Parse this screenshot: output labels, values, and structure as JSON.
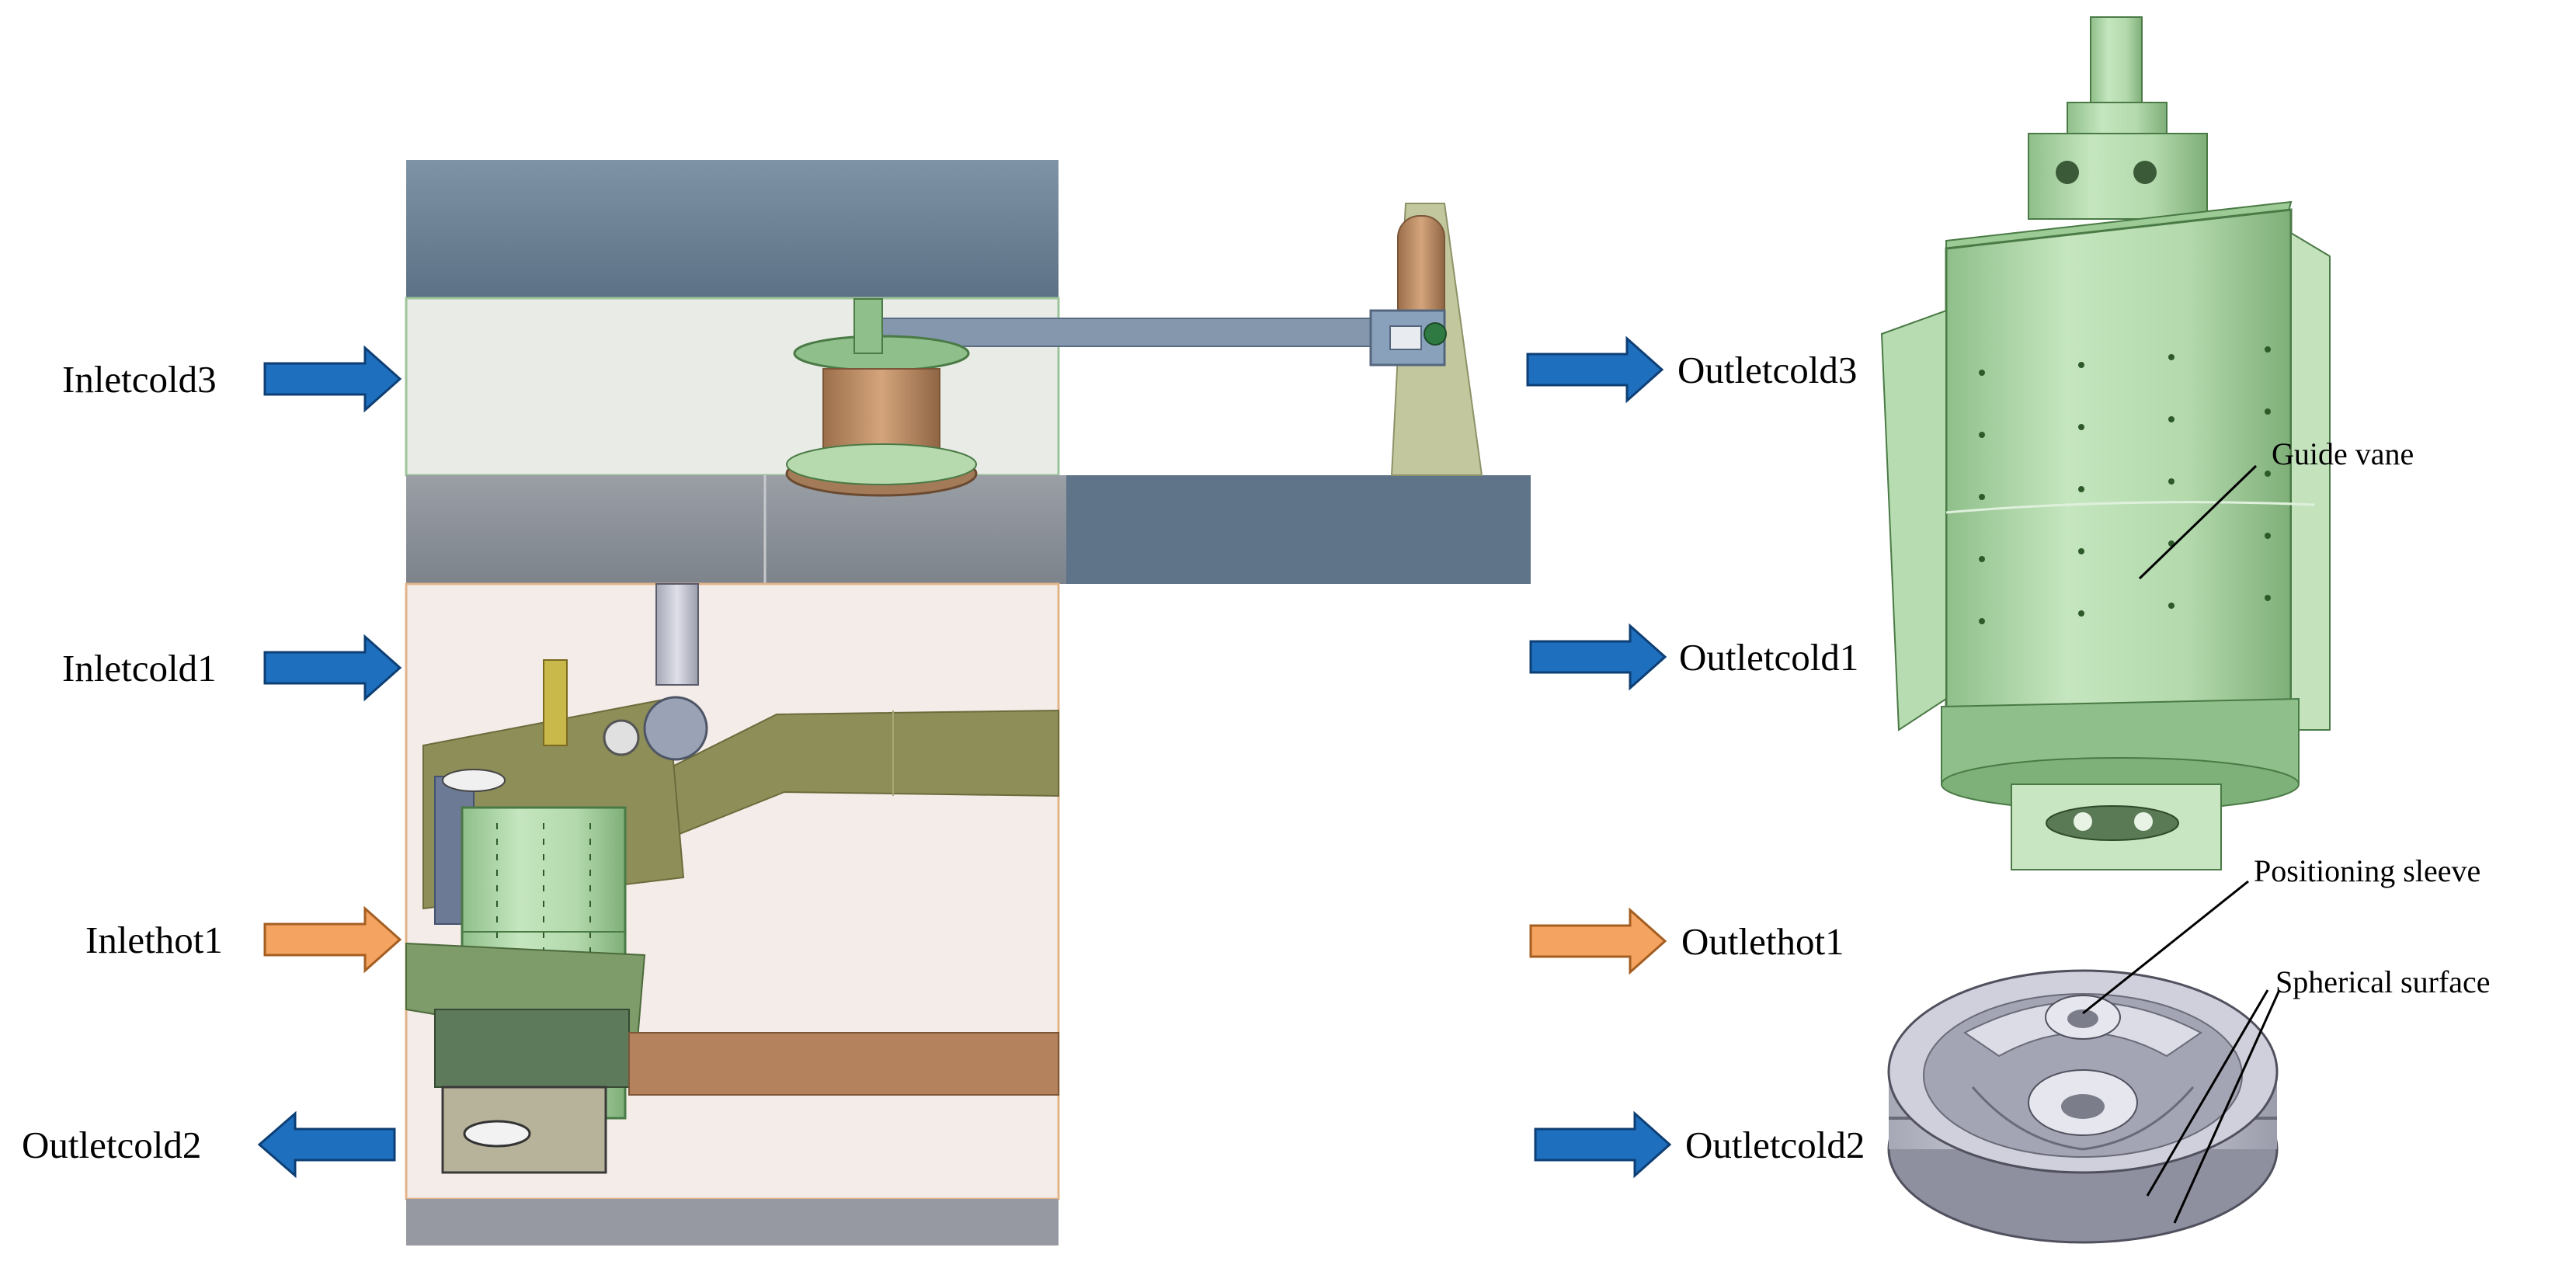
{
  "labels": {
    "inletcold3": "Inletcold3",
    "inletcold1": "Inletcold1",
    "inlethot1": "Inlethot1",
    "outletcold2_left": "Outletcold2",
    "outletcold3": "Outletcold3",
    "outletcold1": "Outletcold1",
    "outlethot1": "Outlethot1",
    "outletcold2_right": "Outletcold2",
    "guide_vane": "Guide vane",
    "positioning_sleeve": "Positioning sleeve",
    "spherical_surface": "Spherical surface"
  },
  "colors": {
    "cold_arrow": "#1f6fbf",
    "hot_arrow": "#f4a460",
    "vane_green": "#b9dcb4",
    "duct_blue": "#6b8197",
    "bronze": "#b98a62",
    "sleeve_gray": "#c9c9d6"
  }
}
